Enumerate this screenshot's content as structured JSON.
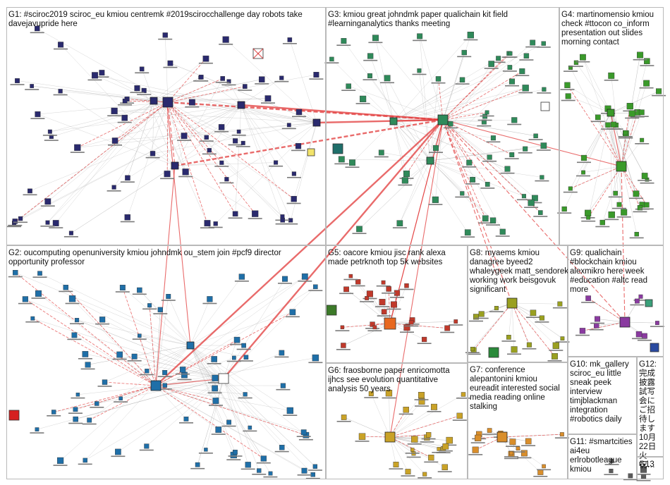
{
  "graph": {
    "groups": [
      {
        "id": "G1",
        "label": "G1: #sciroc2019 sciroc_eu kmiou centremk #2019sciroc­challenge day robots take davejavupride here",
        "accent": "#2a2a6e"
      },
      {
        "id": "G2",
        "label": "G2: oucomputing openuniversity kmiou johndmk ou_stem join #pcf9 director opportunity professor",
        "accent": "#1f6fa8"
      },
      {
        "id": "G3",
        "label": "G3: kmiou great johndmk paper qualichain kit field #learninganalytics thanks meeting",
        "accent": "#2f8a5a"
      },
      {
        "id": "G4",
        "label": "G4: martinomensio kmiou check #ttocon co_inform presentation out slides morning contact",
        "accent": "#3a9a2a"
      },
      {
        "id": "G5",
        "label": "G5: oacore kmiou jisc rank alexa made petrknoth top 5k websites",
        "accent": "#c0392b"
      },
      {
        "id": "G6",
        "label": "G6: fraosborne paper enricomotta ijhcs see evolution quantitative analysis 50 years",
        "accent": "#c9a227"
      },
      {
        "id": "G7",
        "label": "G7: conference alepantonini kmiou eureadit interested social media reading online stalking",
        "accent": "#d98e2b"
      },
      {
        "id": "G8",
        "label": "G8: myaems kmiou danagree byeed2 whaleygeek matt_sendorek working work beisgovuk significant",
        "accent": "#9aa020"
      },
      {
        "id": "G9",
        "label": "G9: qualichain #blockchain kmiou alexmikro here week #education #altc read more",
        "accent": "#8a3aa0"
      },
      {
        "id": "G10",
        "label": "G10: mk_gallery sciroc_eu little sneak peek interview timjblackman integration #robotics daily",
        "accent": "#5a5a5a"
      },
      {
        "id": "G11",
        "label": "G11: #smartcities ai4eu erlrobotleague kmiou",
        "accent": "#5a5a5a"
      },
      {
        "id": "G12",
        "label": "G12: 完成披露試写会にご招待します 10月22日 火 祝…",
        "accent": "#5a5a5a"
      },
      {
        "id": "G13",
        "label": "G13",
        "accent": "#5a5a5a"
      }
    ],
    "colors": {
      "edge_gray": "#b4b4b4",
      "edge_red": "#e23a3a",
      "cell_border": "#b9b9b9",
      "label_text": "#111111"
    }
  }
}
